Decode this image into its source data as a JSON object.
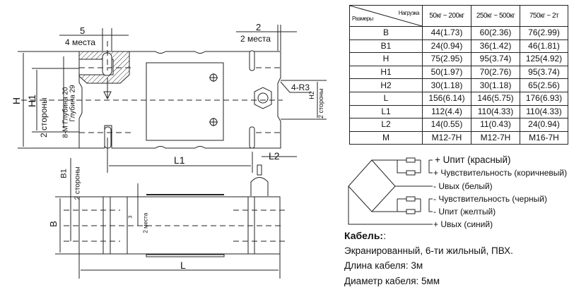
{
  "drawing": {
    "top_view": {
      "dim_5": "5",
      "dim_5_note": "4 места",
      "dim_2": "2",
      "dim_2_note": "2 места",
      "dim_H": "H",
      "dim_H1": "H1",
      "dim_H1_note": "2 стороны",
      "thread_note": "8-M Глубина 20",
      "depth_note": "Глубина 29",
      "radius_note": "4-R3",
      "dim_H2": "H2",
      "dim_H2_note": "2 стороны"
    },
    "bottom_view": {
      "dim_L1": "L1",
      "dim_L2": "L2",
      "dim_B1": "B1",
      "dim_B1_note": "2 стороны",
      "dim_B": "B",
      "dim_3": "3",
      "dim_3_note": "2 места",
      "dim_L": "L"
    }
  },
  "table": {
    "corner_top": "Нагрузка",
    "corner_bottom": "Размеры",
    "columns": [
      "50кг ~ 200кг",
      "250кг ~ 500кг",
      "750кг ~ 2т"
    ],
    "rows": [
      {
        "name": "B",
        "values": [
          "44(1.73)",
          "60(2.36)",
          "76(2.99)"
        ]
      },
      {
        "name": "B1",
        "values": [
          "24(0.94)",
          "36(1.42)",
          "46(1.81)"
        ]
      },
      {
        "name": "H",
        "values": [
          "75(2.95)",
          "95(3.74)",
          "125(4.92)"
        ]
      },
      {
        "name": "H1",
        "values": [
          "50(1.97)",
          "70(2.76)",
          "95(3.74)"
        ]
      },
      {
        "name": "H2",
        "values": [
          "30(1.18)",
          "30(1.18)",
          "65(2.56)"
        ]
      },
      {
        "name": "L",
        "values": [
          "156(6.14)",
          "146(5.75)",
          "176(6.93)"
        ]
      },
      {
        "name": "L1",
        "values": [
          "112(4.4)",
          "110(4.33)",
          "110(4.33)"
        ]
      },
      {
        "name": "L2",
        "values": [
          "14(0.55)",
          "11(0.43)",
          "24(0.94)"
        ]
      },
      {
        "name": "M",
        "values": [
          "M12-7H",
          "M12-7H",
          "M16-7H"
        ]
      }
    ]
  },
  "wiring": [
    "+ Uпит (красный)",
    "+ Чувствительность (коричневый)",
    "-  Uвых (белый)",
    "-  Чувствительность (черный)",
    "-  Uпит (желтый)",
    "+ Uвых (синий)"
  ],
  "cable": {
    "title": "Кабель:",
    "title_suffix": ":",
    "line1": "Экранированный, 6-ти жильный, ПВХ.",
    "line2": "Длина кабеля: 3м",
    "line3": "Диаметр кабеля:  5мм"
  }
}
